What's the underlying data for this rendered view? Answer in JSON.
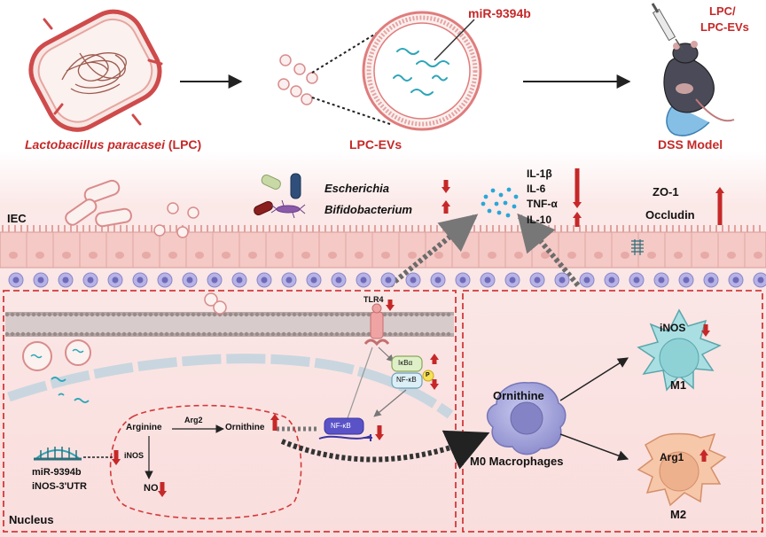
{
  "top": {
    "bacteria_label_italic": "Lactobacillus paracasei",
    "bacteria_label_abbr": "(LPC)",
    "ev_label": "LPC-EVs",
    "mirna_label": "miR-9394b",
    "treatment_label_line1": "LPC/",
    "treatment_label_line2": "LPC-EVs",
    "model_label": "DSS Model"
  },
  "epithelium": {
    "iec_label": "IEC",
    "microbes": [
      {
        "name": "Escherichia",
        "direction": "down"
      },
      {
        "name": "Bifidobacterium",
        "direction": "up"
      }
    ],
    "cytokines": [
      {
        "name": "IL-1β",
        "direction": "down"
      },
      {
        "name": "IL-6",
        "direction": "down"
      },
      {
        "name": "TNF-α",
        "direction": "down"
      },
      {
        "name": "IL-10",
        "direction": "up"
      }
    ],
    "tight_junction": [
      "ZO-1",
      "Occludin"
    ],
    "tight_junction_direction": "up"
  },
  "cell_panel": {
    "receptor": "TLR4",
    "ikba": "IκBα",
    "nfkb": "NF-κB",
    "phospho": "P",
    "nfkb_nuclear": "NF-κB",
    "arginine": "Arginine",
    "arg2": "Arg2",
    "ornithine": "Ornithine",
    "inos": "iNOS",
    "no": "NO",
    "mirna": "miR-9394b",
    "utr": "iNOS-3'UTR",
    "nucleus": "Nucleus"
  },
  "macrophages": {
    "center_label": "Ornithine",
    "m0_label": "M0 Macrophages",
    "m1_marker": "iNOS",
    "m1_label": "M1",
    "m2_marker": "Arg1",
    "m2_label": "M2"
  },
  "colors": {
    "accent_red": "#c62828",
    "membrane_pink": "#f2c9c7",
    "panel_dash": "#d33a3a",
    "macrophage_purple": "#a6a6d8",
    "m1_teal": "#a9dfe2",
    "m2_peach": "#f6c7a8"
  }
}
